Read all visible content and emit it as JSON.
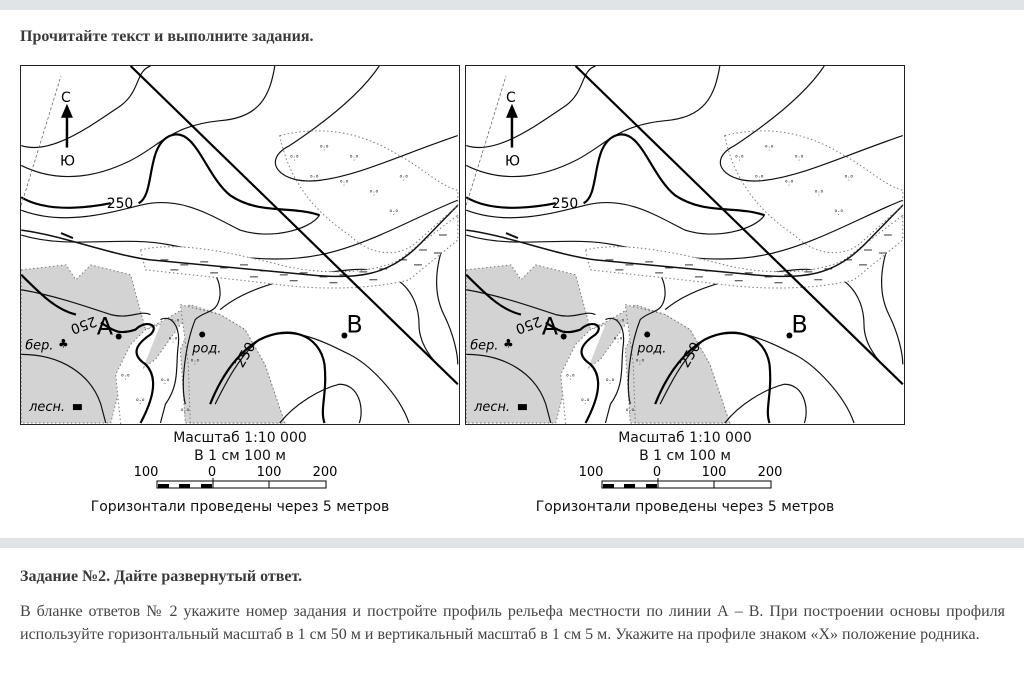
{
  "heading": "Прочитайте текст и выполните задания.",
  "maps": [
    {
      "north_label": "С",
      "south_label": "Ю",
      "contour_label_top": "250",
      "contour_label_left": "250",
      "contour_label_bottom": "250",
      "point_a": "A",
      "point_b": "B",
      "birch_label": "бер.",
      "forestry_label": "лесн.",
      "spring_label": "род.",
      "scale_title": "Масштаб 1:10 000",
      "scale_text": "В 1 см 100 м",
      "scale_ticks": [
        "100",
        "0",
        "100",
        "200"
      ],
      "contour_note": "Горизонтали проведены через 5 метров"
    },
    {
      "north_label": "С",
      "south_label": "Ю",
      "contour_label_top": "250",
      "contour_label_left": "250",
      "contour_label_bottom": "250",
      "point_a": "A",
      "point_b": "B",
      "birch_label": "бер.",
      "forestry_label": "лесн.",
      "spring_label": "род.",
      "scale_title": "Масштаб 1:10 000",
      "scale_text": "В 1 см 100 м",
      "scale_ticks": [
        "100",
        "0",
        "100",
        "200"
      ],
      "contour_note": "Горизонтали проведены через 5 метров"
    }
  ],
  "task": {
    "title": "Задание №2. Дайте развернутый ответ.",
    "text": "В бланке ответов № 2 укажите номер задания и постройте профиль рельефа местности по линии А – В. При построении основы профиля используйте горизонтальный масштаб в 1 см 50 м и вертикальный масштаб в 1 см 5 м. Укажите на профиле знаком «Х» положение родника."
  }
}
